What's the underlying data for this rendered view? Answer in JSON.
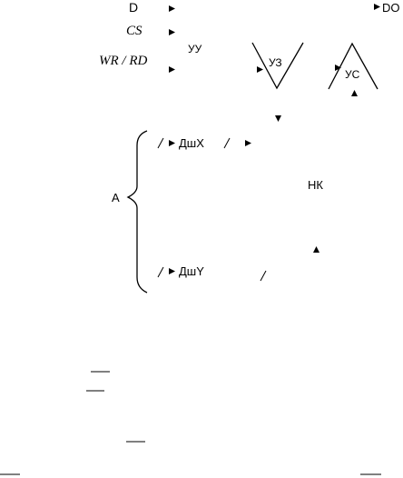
{
  "diagram": {
    "inputs": {
      "d": "D",
      "cs": "CS",
      "wr_rd": "WR / RD"
    },
    "output_do": "DO",
    "blocks": {
      "uu": "УУ",
      "uz": "УЗ",
      "us": "УС",
      "nk": "НК",
      "dsh_x": "ДшX",
      "dsh_y": "ДшY"
    },
    "address_bus": "A"
  }
}
